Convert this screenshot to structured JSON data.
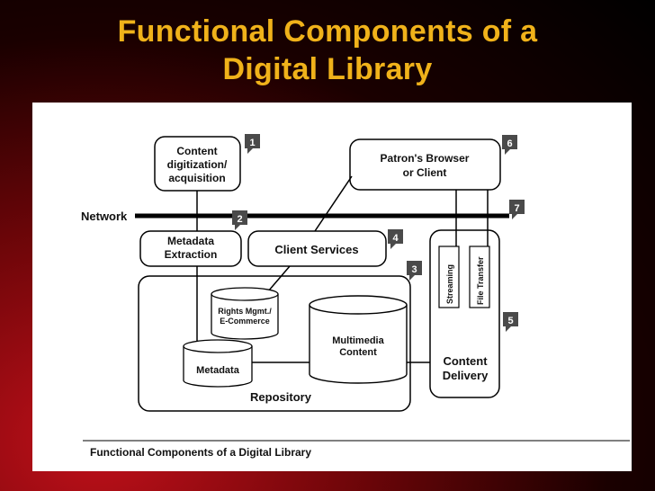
{
  "slide": {
    "title_line1": "Functional Components of a",
    "title_line2": "Digital Library"
  },
  "diagram": {
    "network_label": "Network",
    "content_digitization": [
      "Content",
      "digitization/",
      "acquisition"
    ],
    "patrons_browser": [
      "Patron's Browser",
      "or Client"
    ],
    "metadata_extraction": [
      "Metadata",
      "Extraction"
    ],
    "client_services": "Client Services",
    "rights_mgmt": [
      "Rights Mgmt./",
      "E-Commerce"
    ],
    "multimedia_content": [
      "Multimedia",
      "Content"
    ],
    "metadata_store": "Metadata",
    "repository_label": "Repository",
    "streaming": "Streaming",
    "file_transfer": "File Transfer",
    "content_delivery": [
      "Content",
      "Delivery"
    ],
    "callouts": [
      "1",
      "2",
      "3",
      "4",
      "5",
      "6",
      "7"
    ],
    "caption": "Functional Components of a Digital Library"
  },
  "colors": {
    "title": "#f0b21a",
    "callout": "#4a4a4a",
    "line": "#000000"
  }
}
